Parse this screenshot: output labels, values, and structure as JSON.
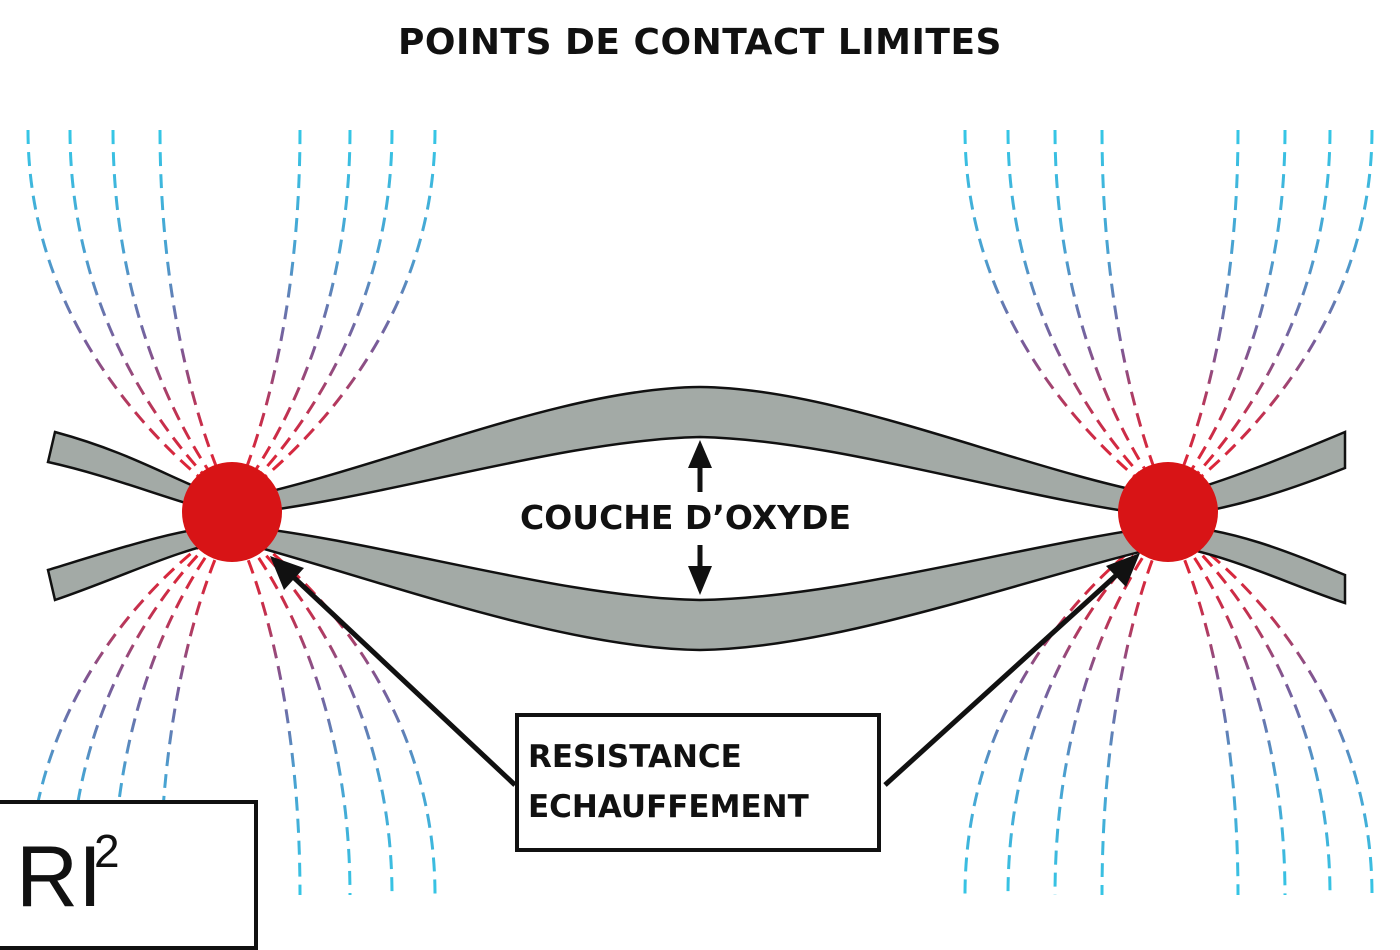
{
  "title": "POINTS DE CONTACT LIMITES",
  "oxide_label": "COUCHE D’OXYDE",
  "info_box": {
    "line1": "RESISTANCE",
    "line2": "ECHAUFFEMENT"
  },
  "formula": {
    "base": "RI",
    "exponent": "2"
  },
  "colors": {
    "layer_fill": "#a3aaa6",
    "layer_outline": "#111111",
    "contact_point": "#d81416",
    "field_hot": "#e8202e",
    "field_mid": "#7a5a98",
    "field_cold": "#35c7e6",
    "arrow": "#111111"
  },
  "icons": [
    "up-arrow-icon",
    "down-arrow-icon",
    "increase-arrow-icon"
  ]
}
